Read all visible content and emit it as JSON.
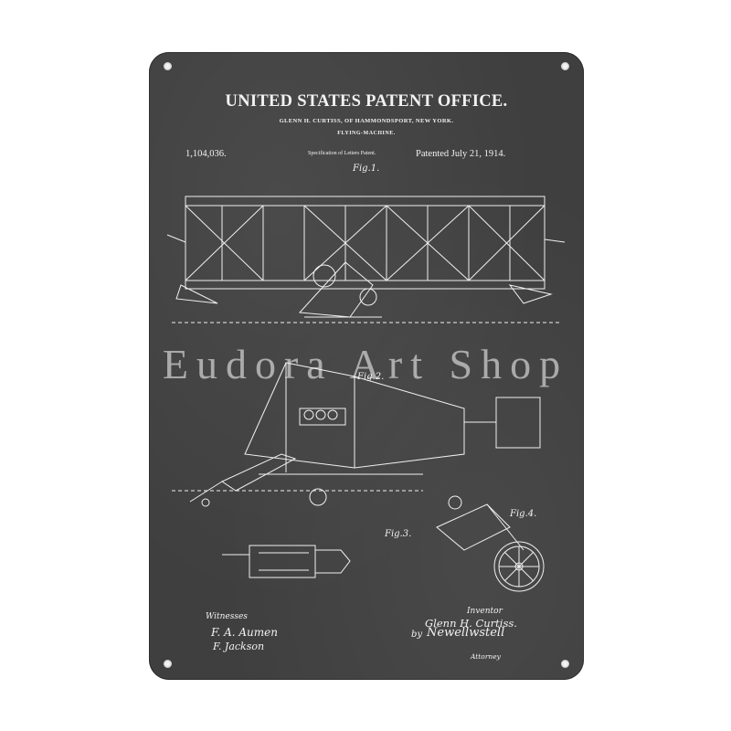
{
  "sign": {
    "heading": "UNITED STATES PATENT OFFICE.",
    "inventor_line": "GLENN H. CURTISS, OF HAMMONDSPORT, NEW YORK.",
    "subject": "FLYING-MACHINE.",
    "patent_number": "1,104,036.",
    "specification": "Specification of Letters Patent.",
    "patent_date": "Patented July 21, 1914.",
    "figures": {
      "fig1": "Fig.1.",
      "fig2": "Fig.2.",
      "fig3": "Fig.3.",
      "fig4": "Fig.4."
    },
    "witnesses_label": "Witnesses",
    "witness_1": "F. A. Aumen",
    "witness_2": "F. Jackson",
    "inventor_label": "Inventor",
    "inventor_signature": "Glenn H. Curtiss.",
    "by_label": "by",
    "attorney_signature": "Newellwstell",
    "attorney_label": "Attorney",
    "colors": {
      "board": "#3f3f3f",
      "ink": "#f2f2f2",
      "background": "#ffffff"
    }
  },
  "watermark": "Eudora Art Shop"
}
